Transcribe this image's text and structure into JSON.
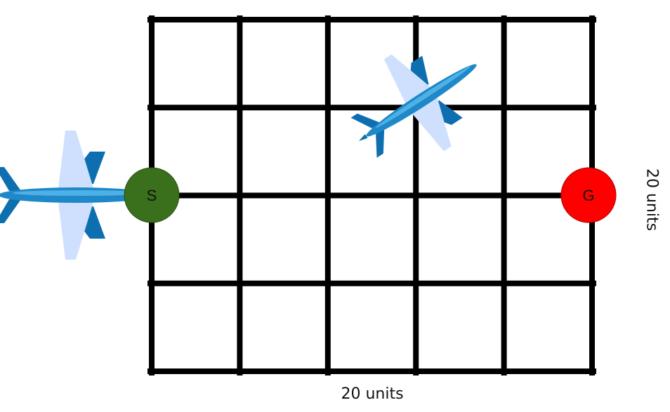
{
  "diagram": {
    "grid": {
      "cols": 5,
      "rows": 4,
      "line_color": "#000000"
    },
    "start_node": {
      "label": "S",
      "color": "#3a6f1c"
    },
    "goal_node": {
      "label": "G",
      "color": "#ff0000"
    },
    "width_label": "20 units",
    "height_label": "20 units",
    "planes": [
      {
        "name": "airplane-left",
        "heading": "east"
      },
      {
        "name": "airplane-top",
        "heading": "north-east"
      }
    ],
    "colors": {
      "plane_body": "#1e88c8",
      "plane_wing": "#cfe0ff",
      "plane_tail": "#0e6fb0"
    }
  }
}
